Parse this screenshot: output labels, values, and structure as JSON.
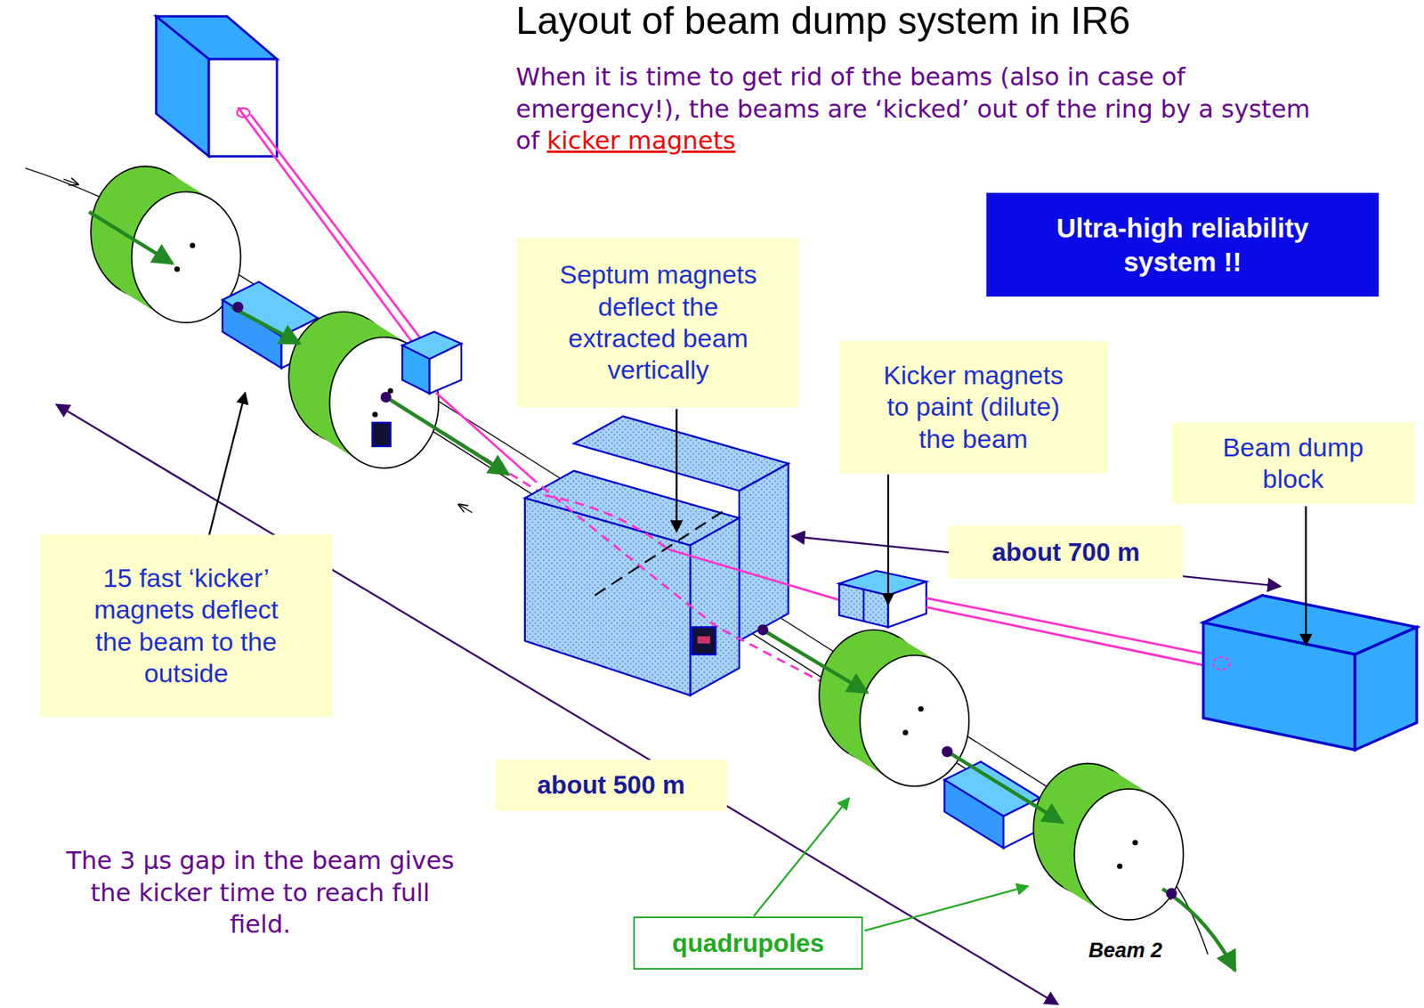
{
  "diagram": {
    "title": "Layout of beam dump system in IR6",
    "nodes": [
      {
        "text": [
          "Ultra-high reliability system !!"
        ]
      },
      {
        "text": [
          "Septum magnets deflect the extracted beam vertically"
        ]
      },
      {
        "text": [
          "Kicker magnets to paint (dilute) the beam"
        ]
      },
      {
        "text": [
          "Beam dump block"
        ]
      },
      {
        "text": [
          "about 700 m"
        ]
      },
      {
        "text": [
          "15 fast ‘kicker’ magnets deflect the beam to the outside"
        ]
      },
      {
        "text": [
          "about 500 m"
        ]
      },
      {
        "text": [
          "quadrupoles"
        ]
      }
    ],
    "labels": [
      "When it is time to get rid of the beams (also in case of emergency!), the beams are ‘kicked’ out of the ring by a system of",
      "kicker magnets",
      "The 3 μs gap in the beam gives the kicker time to reach full field.",
      "Beam 2"
    ]
  }
}
